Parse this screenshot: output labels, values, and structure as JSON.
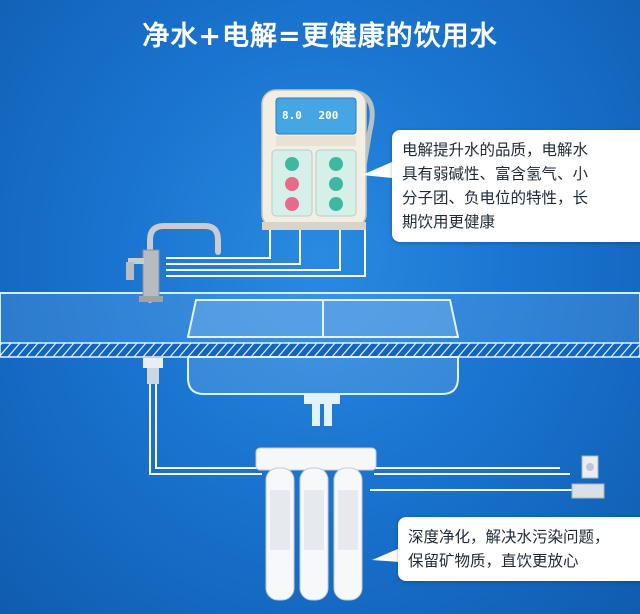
{
  "headline": "净水+电解=更健康的饮用水",
  "ionizer": {
    "lcd_readout_left": "8.0",
    "lcd_readout_right": "200"
  },
  "callouts": {
    "top": {
      "lines": [
        "电解提升水的品质，电解水",
        "具有弱碱性、富含氢气、小",
        "分子团、负电位的特性，长",
        "期饮用更健康"
      ]
    },
    "bottom": {
      "lines": [
        "深度净化，解决水污染问题，",
        "保留矿物质，直饮更放心"
      ]
    }
  },
  "colors": {
    "background": "#1a74cf",
    "pipe": "#ffffff",
    "callout_bg": "#ffffff",
    "text": "#1e2a36",
    "teal": "#3fb8a0",
    "pink": "#e86a8a"
  }
}
